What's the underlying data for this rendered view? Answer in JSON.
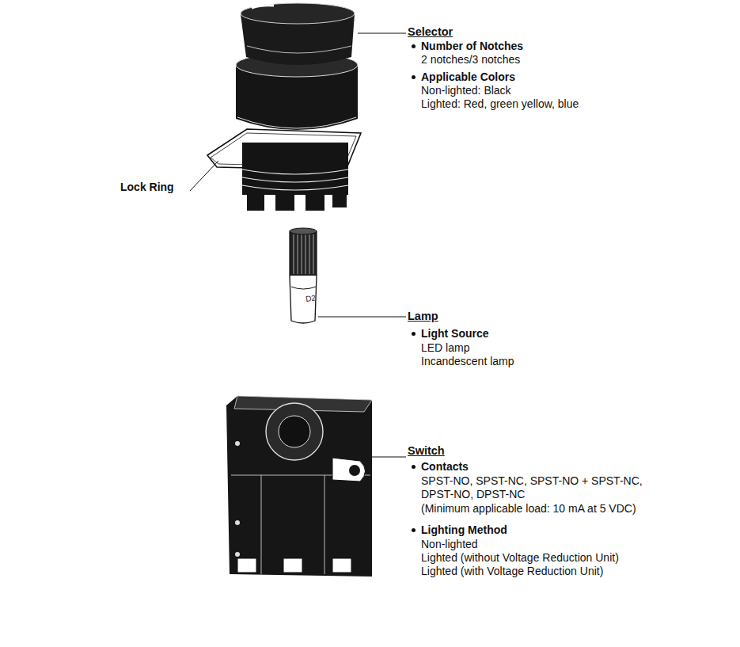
{
  "diagram": {
    "labels": [
      "Selector",
      "Number of Notches",
      "2 notches/3 notches",
      "Applicable Colors",
      "Non-lighted: Black",
      "Lighted: Red, green yellow, blue",
      "Lock Ring",
      "D2",
      "Lamp",
      "Light Source",
      "LED lamp",
      "Incandescent lamp",
      "Switch",
      "Contacts",
      "SPST-NO, SPST-NC, SPST-NO + SPST-NC, DPST-NO, DPST-NC",
      "(Minimum applicable load: 10 mA at 5 VDC)",
      "Lighting Method",
      "Non-lighted",
      "Lighted (without Voltage Reduction Unit)",
      "Lighted (with Voltage Reduction Unit)"
    ]
  }
}
